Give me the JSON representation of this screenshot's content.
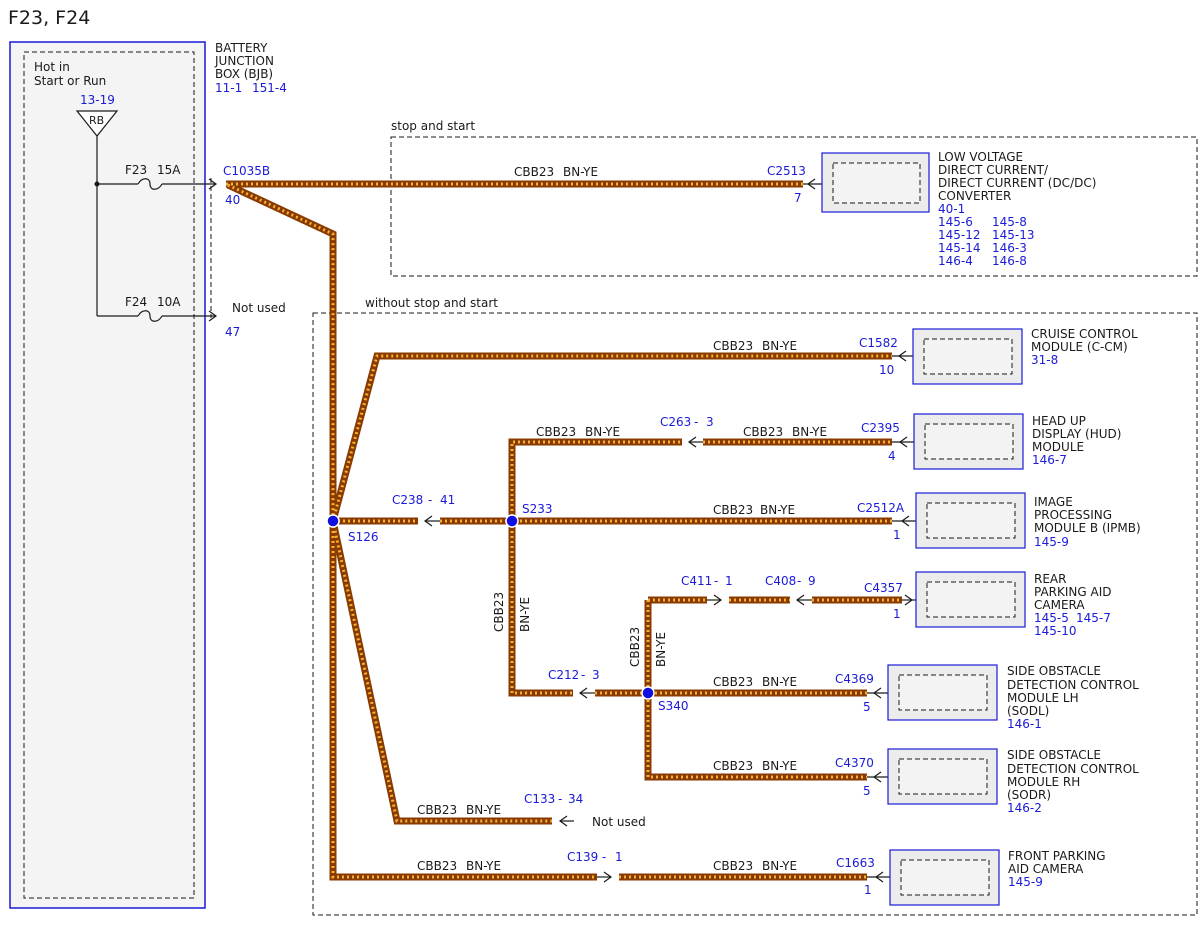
{
  "title": "F23, F24",
  "bjb": {
    "name_lines": [
      "BATTERY",
      "JUNCTION",
      "BOX (BJB)"
    ],
    "refs": [
      "11-1",
      "151-4"
    ],
    "hot_lines": [
      "Hot in",
      "Start or Run"
    ],
    "ref_1319": "13-19",
    "rb_label": "RB",
    "fuse_f23": "F23",
    "fuse_f23_amp": "15A",
    "fuse_f24": "F24",
    "fuse_f24_amp": "10A",
    "conn_c1035b": "C1035B",
    "pin_40": "40",
    "pin_47": "47",
    "not_used": "Not used"
  },
  "groups": {
    "stop_start": "stop and start",
    "without_stop_start": "without stop and start"
  },
  "wire": {
    "circuit": "CBB23",
    "color": "BN-YE"
  },
  "inline_connectors": [
    {
      "id": "C238",
      "pin": "41"
    },
    {
      "id": "C263",
      "pin": "3"
    },
    {
      "id": "C212",
      "pin": "3"
    },
    {
      "id": "C411",
      "pin": "1"
    },
    {
      "id": "C408",
      "pin": "9"
    },
    {
      "id": "C133",
      "pin": "34"
    },
    {
      "id": "C139",
      "pin": "1"
    }
  ],
  "splices": [
    "S126",
    "S233",
    "S340"
  ],
  "dash_sep": "-",
  "not_used_c133": "Not used",
  "components": [
    {
      "conn": "C2513",
      "pin": "7",
      "name_lines": [
        "LOW VOLTAGE",
        "DIRECT CURRENT/",
        "DIRECT CURRENT (DC/DC)",
        "CONVERTER"
      ],
      "refs": [
        "40-1",
        "145-6",
        "145-8",
        "145-12",
        "145-13",
        "145-14",
        "146-3",
        "146-4",
        "146-8"
      ]
    },
    {
      "conn": "C1582",
      "pin": "10",
      "name_lines": [
        "CRUISE CONTROL",
        "MODULE (C-CM)"
      ],
      "refs": [
        "31-8"
      ]
    },
    {
      "conn": "C2395",
      "pin": "4",
      "name_lines": [
        "HEAD UP",
        "DISPLAY (HUD)",
        "MODULE"
      ],
      "refs": [
        "146-7"
      ]
    },
    {
      "conn": "C2512A",
      "pin": "1",
      "name_lines": [
        "IMAGE",
        "PROCESSING",
        "MODULE B (IPMB)"
      ],
      "refs": [
        "145-9"
      ]
    },
    {
      "conn": "C4357",
      "pin": "1",
      "name_lines": [
        "REAR",
        "PARKING AID",
        "CAMERA"
      ],
      "refs": [
        "145-5",
        "145-7",
        "145-10"
      ]
    },
    {
      "conn": "C4369",
      "pin": "5",
      "name_lines": [
        "SIDE OBSTACLE",
        "DETECTION CONTROL",
        "MODULE LH",
        "(SODL)"
      ],
      "refs": [
        "146-1"
      ]
    },
    {
      "conn": "C4370",
      "pin": "5",
      "name_lines": [
        "SIDE OBSTACLE",
        "DETECTION CONTROL",
        "MODULE RH",
        "(SODR)"
      ],
      "refs": [
        "146-2"
      ]
    },
    {
      "conn": "C1663",
      "pin": "1",
      "name_lines": [
        "FRONT PARKING",
        "AID CAMERA"
      ],
      "refs": [
        "145-9"
      ]
    }
  ]
}
